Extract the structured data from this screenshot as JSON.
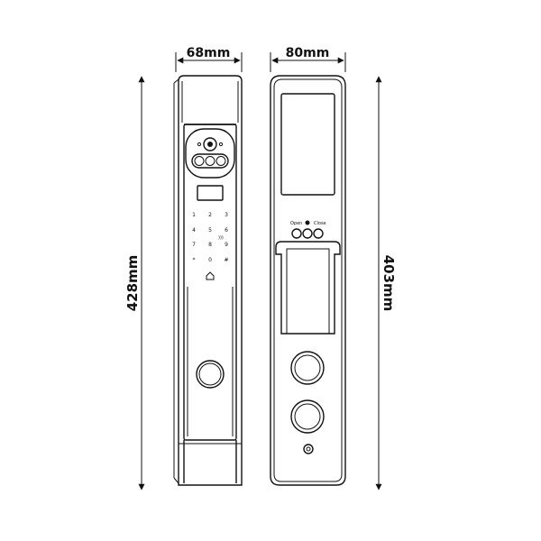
{
  "dimensions": {
    "front_width": "68mm",
    "back_width": "80mm",
    "front_height": "428mm",
    "back_height": "403mm"
  },
  "keypad": {
    "keys": [
      "1",
      "2",
      "3",
      "4",
      "5",
      "6",
      "7",
      "8",
      "9",
      "*",
      "0",
      "#"
    ]
  },
  "back_panel": {
    "open_label": "Open",
    "close_label": "Close"
  }
}
